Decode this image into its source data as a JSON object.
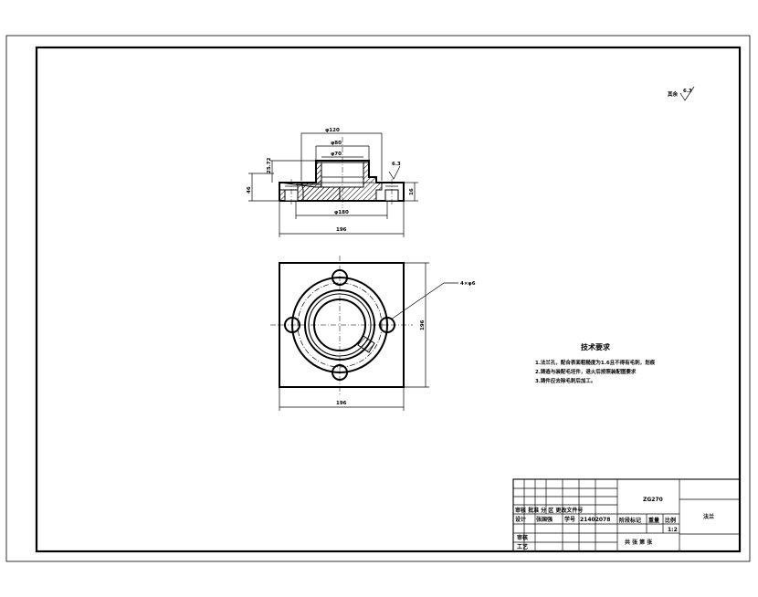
{
  "roughness_note": "其余",
  "roughness_value": "6.3",
  "section_view": {
    "dims": {
      "d_top": "φ120",
      "d_mid": "φ80",
      "d_bore": "φ70",
      "d_base": "φ180",
      "width": "196",
      "h_total": "46",
      "h_step": "25.72",
      "h_flange": "16",
      "r_mark": "6.3"
    }
  },
  "plan_view": {
    "dims": {
      "width": "196",
      "height": "196",
      "holes": "4×φ6"
    }
  },
  "tech_requirements": {
    "title": "技术要求",
    "items": [
      "1.法兰孔，配合表面粗糙度为1.6且不得有毛刺，划痕",
      "2.铸造与装配毛坯件，退火后按照装配图要求",
      "3.铸件应去除毛刺后加工。"
    ]
  },
  "title_block": {
    "part_no": "ZG270",
    "part_name": "法兰",
    "org_row": "审核 批准 分 区 更改文件号",
    "designer_label": "设计",
    "designer": "张国强",
    "std_label": "学号",
    "std_no": "21402078",
    "stage_label": "阶段标记",
    "weight_label": "重量",
    "scale_label": "比例",
    "scale": "1:2",
    "review_label": "审核",
    "craft_label": "工艺",
    "sheets": "共 张  第 张"
  }
}
